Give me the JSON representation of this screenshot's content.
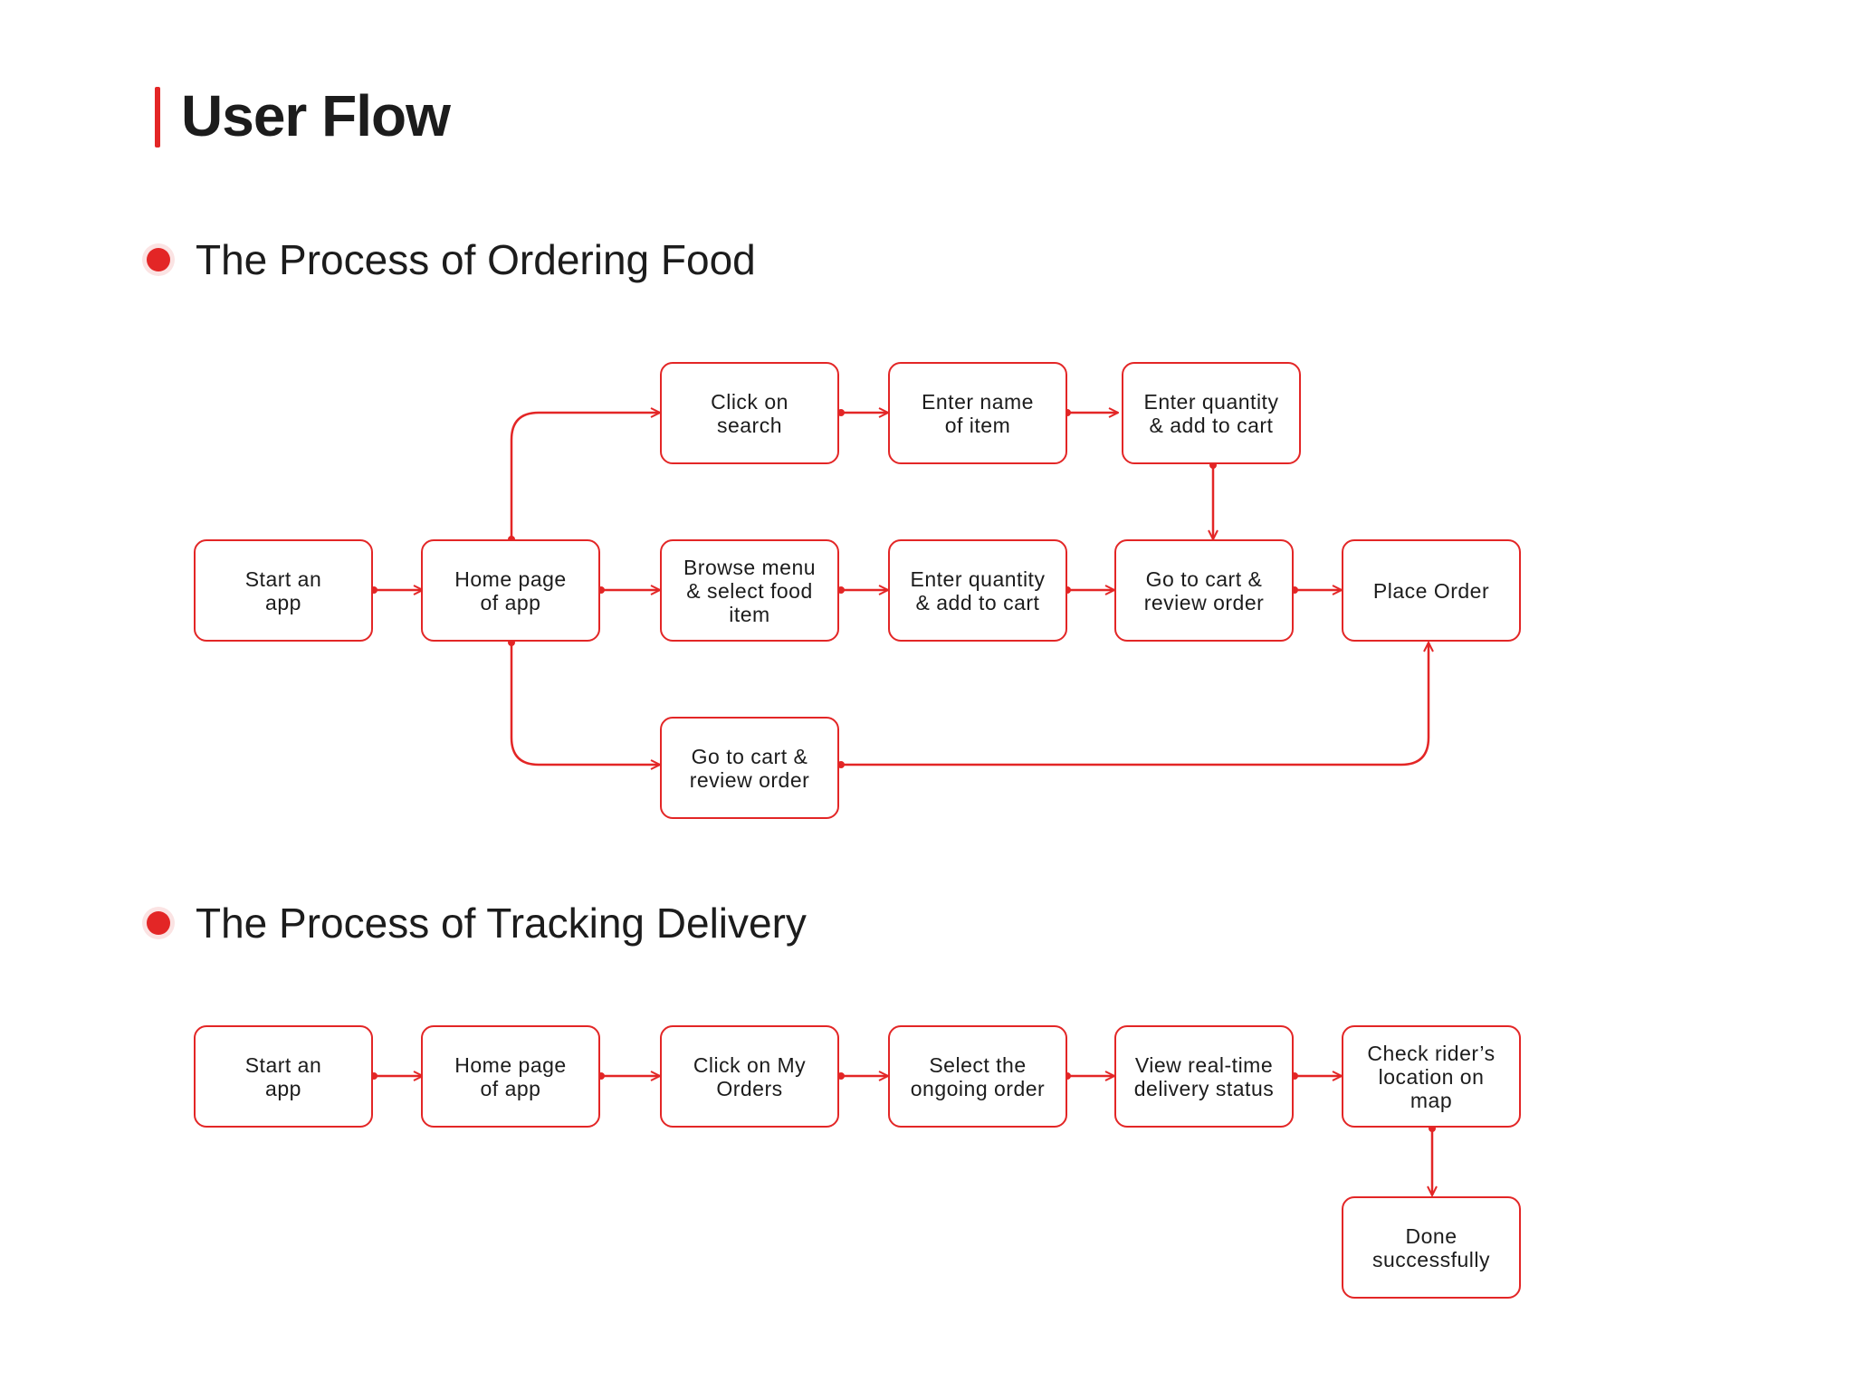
{
  "header": {
    "title": "User Flow"
  },
  "sections": {
    "ordering": {
      "title": "The Process of Ordering Food",
      "nodes": {
        "start": "Start an\napp",
        "home": "Home page\nof app",
        "search": "Click on\nsearch",
        "enter_name": "Enter name\nof item",
        "qty_search": "Enter quantity\n& add to cart",
        "browse": "Browse menu\n& select food\nitem",
        "qty_browse": "Enter quantity\n& add to cart",
        "cart_main": "Go to cart &\nreview order",
        "place": "Place Order",
        "cart_direct": "Go to cart &\nreview order"
      }
    },
    "tracking": {
      "title": "The Process of Tracking Delivery",
      "nodes": {
        "start": "Start an\napp",
        "home": "Home page\nof app",
        "my_orders": "Click on My\nOrders",
        "select": "Select the\nongoing order",
        "status": "View real-time\ndelivery status",
        "rider": "Check rider’s\nlocation on\nmap",
        "done": "Done\nsuccessfully"
      }
    }
  },
  "colors": {
    "accent": "#e32626",
    "text": "#1c1c1c",
    "background": "#ffffff"
  }
}
